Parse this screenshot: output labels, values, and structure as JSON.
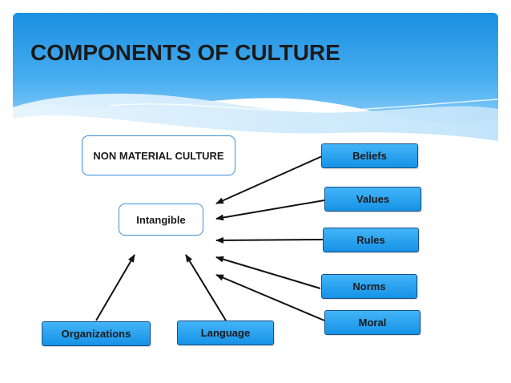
{
  "slide": {
    "title": "COMPONENTS OF CULTURE"
  },
  "diagram": {
    "category_label": "NON MATERIAL CULTURE",
    "center_label": "Intangible",
    "components": {
      "beliefs": "Beliefs",
      "values": "Values",
      "rules": "Rules",
      "norms": "Norms",
      "moral": "Moral",
      "organizations": "Organizations",
      "language": "Language"
    }
  },
  "colors": {
    "header_blue": "#1a8fe0",
    "box_blue": "#2aa3ef",
    "box_border": "#1a4f86",
    "white_box_border": "#3a8fd6",
    "arrow": "#111111",
    "text": "#1a1a1a"
  }
}
